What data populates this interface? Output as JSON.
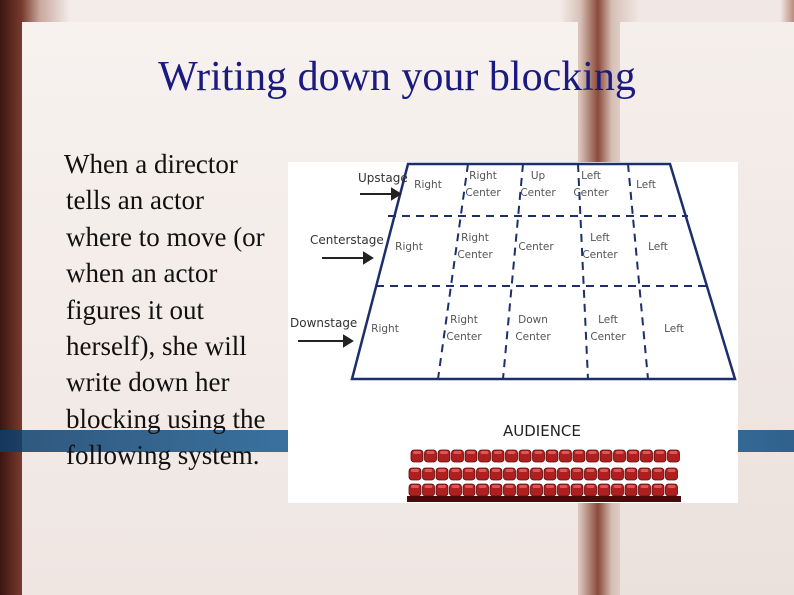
{
  "slide": {
    "title": "Writing down your blocking",
    "body": "When a director tells an actor where to move (or when an actor figures it out herself), she will write down her blocking using the following system."
  },
  "diagram": {
    "row_labels": [
      "Upstage",
      "Centerstage",
      "Downstage"
    ],
    "audience_label": "AUDIENCE",
    "rows": [
      [
        [
          "Right"
        ],
        [
          "Right",
          "Center"
        ],
        [
          "Up",
          "Center"
        ],
        [
          "Left",
          "Center"
        ],
        [
          "Left"
        ]
      ],
      [
        [
          "Right"
        ],
        [
          "Right",
          "Center"
        ],
        [
          "Center"
        ],
        [
          "Left",
          "Center"
        ],
        [
          "Left"
        ]
      ],
      [
        [
          "Right"
        ],
        [
          "Right",
          "Center"
        ],
        [
          "Down",
          "Center"
        ],
        [
          "Left",
          "Center"
        ],
        [
          "Left"
        ]
      ]
    ],
    "colors": {
      "grid_line": "#1c2f6b",
      "seat_red": "#b01f1f",
      "title": "#1a1a80"
    }
  }
}
